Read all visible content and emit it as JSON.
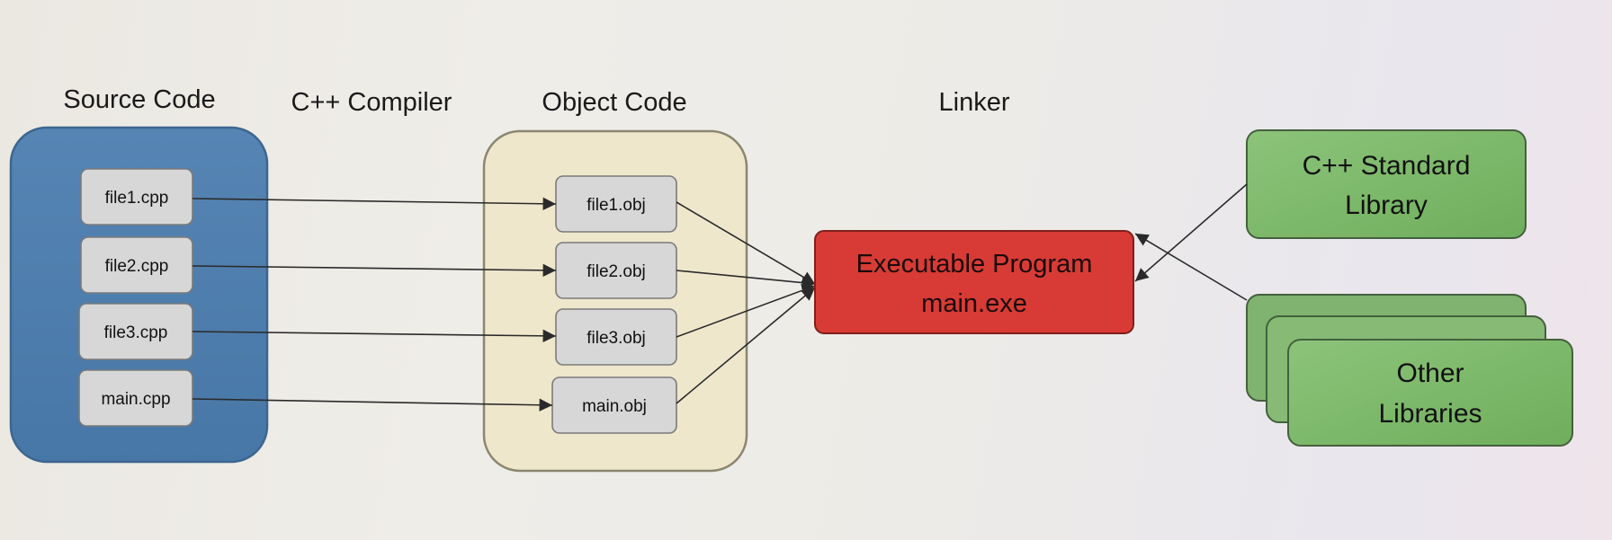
{
  "titles": {
    "source_code": "Source Code",
    "compiler": "C++ Compiler",
    "object_code": "Object Code",
    "linker": "Linker"
  },
  "source_files": [
    "file1.cpp",
    "file2.cpp",
    "file3.cpp",
    "main.cpp"
  ],
  "object_files": [
    "file1.obj",
    "file2.obj",
    "file3.obj",
    "main.obj"
  ],
  "executable": {
    "line1": "Executable Program",
    "line2": "main.exe"
  },
  "libraries": {
    "standard": {
      "line1": "C++ Standard",
      "line2": "Library"
    },
    "other": {
      "line1": "Other",
      "line2": "Libraries"
    }
  },
  "colors": {
    "source_group": "#4f7fae",
    "object_group": "#efe7cc",
    "executable": "#d83b35",
    "library": "#7db86c"
  }
}
